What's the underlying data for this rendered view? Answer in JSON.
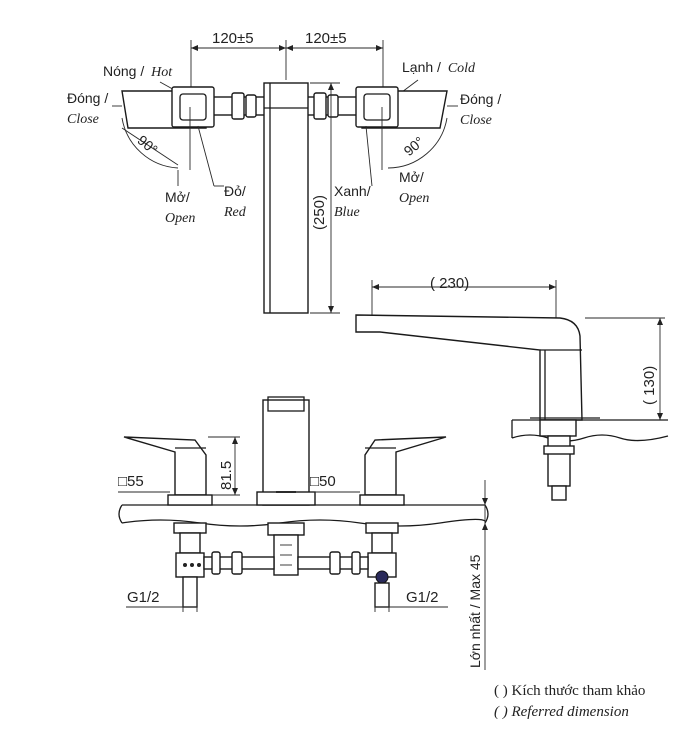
{
  "top_view": {
    "dim_left": "120±5",
    "dim_right": "120±5",
    "dim_spout_height": "(250)",
    "hot_vi": "Nóng /",
    "hot_en": "Hot",
    "cold_vi": "Lạnh /",
    "cold_en": "Cold",
    "close_left_vi": "Đóng /",
    "close_left_en": "Close",
    "close_right_vi": "Đóng /",
    "close_right_en": "Close",
    "angle_left": "90°",
    "angle_right": "90°",
    "open_left_vi": "Mở/",
    "open_left_en": "Open",
    "red_vi": "Đỏ/",
    "red_en": "Red",
    "blue_vi": "Xanh/",
    "blue_en": "Blue",
    "open_right_vi": "Mở/",
    "open_right_en": "Open"
  },
  "side_view": {
    "dim_length": "( 230)",
    "dim_height": "( 130)"
  },
  "front_view": {
    "handle_height": "81.5",
    "square_left": "□55",
    "square_center": "□50",
    "thread_left": "G1/2",
    "thread_right": "G1/2",
    "max_thickness": "Lớn nhất / Max 45"
  },
  "legend": {
    "note_vi": "( ) Kích thước tham khảo",
    "note_en": "( ) Referred dimension"
  }
}
